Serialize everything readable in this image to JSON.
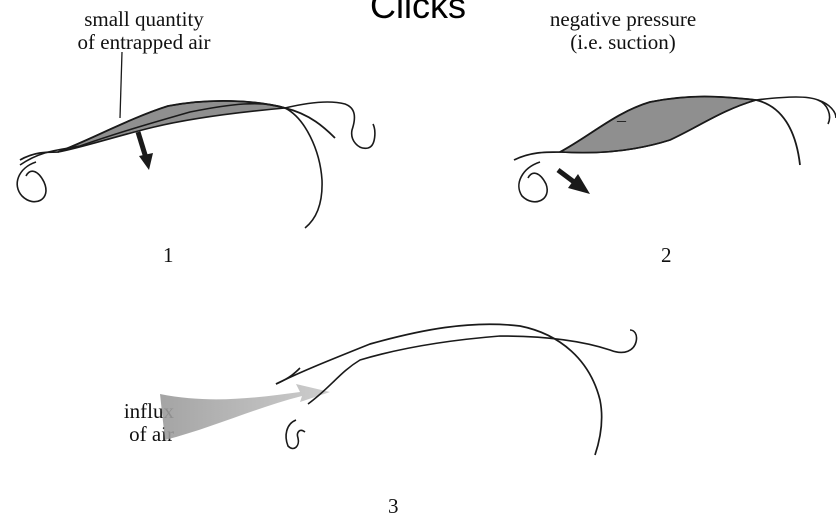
{
  "title": "Clicks",
  "panels": [
    {
      "number": "1",
      "label_line1": "small quantity",
      "label_line2": "of entrapped air"
    },
    {
      "number": "2",
      "label_line1": "negative pressure",
      "label_line2": "(i.e. suction)",
      "sign": "–"
    },
    {
      "number": "3",
      "label_line1": "influx",
      "label_line2": "of air"
    }
  ],
  "colors": {
    "shade": "#8f8f8f",
    "stroke": "#1a1a1a",
    "influx": "#b3b3b3"
  }
}
